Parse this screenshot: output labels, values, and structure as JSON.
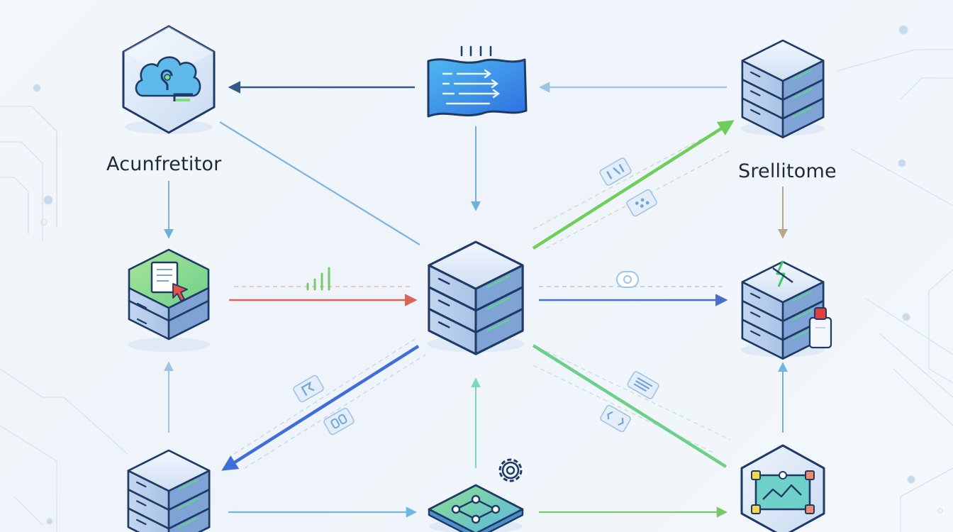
{
  "diagram": {
    "nodes": [
      {
        "id": "top-left",
        "kind": "hexagon",
        "icon": "cloud-head-icon",
        "label": "Acunfretitor"
      },
      {
        "id": "top-center",
        "kind": "data-stream",
        "icon": "data-stream-icon"
      },
      {
        "id": "top-right",
        "kind": "server",
        "icon": "server-stack-icon",
        "label": "Srellitome"
      },
      {
        "id": "mid-left",
        "kind": "server",
        "icon": "document-cursor-icon"
      },
      {
        "id": "center",
        "kind": "server",
        "icon": "central-server-icon"
      },
      {
        "id": "mid-right",
        "kind": "server",
        "icon": "lightning-server-icon"
      },
      {
        "id": "bottom-left",
        "kind": "server",
        "icon": "server-stack-icon"
      },
      {
        "id": "bottom-center",
        "kind": "chip",
        "icon": "circuit-chip-icon"
      },
      {
        "id": "bottom-right",
        "kind": "hexagon",
        "icon": "chart-monitor-icon"
      }
    ],
    "edges": [
      {
        "from": "top-center",
        "to": "top-left",
        "color": "#2f5a8a"
      },
      {
        "from": "top-right",
        "to": "top-center",
        "color": "#9fc3e0"
      },
      {
        "from": "top-left",
        "to": "mid-left",
        "color": "#7fb3dc"
      },
      {
        "from": "top-center",
        "to": "center",
        "color": "#6eb0d8"
      },
      {
        "from": "top-right",
        "to": "mid-right",
        "color": "#b8a58c"
      },
      {
        "from": "top-left",
        "to": "center",
        "color": "#7fb3dc"
      },
      {
        "from": "center",
        "to": "top-right",
        "color": "#6fce5a"
      },
      {
        "from": "mid-left",
        "to": "center",
        "color": "#d9645a"
      },
      {
        "from": "center",
        "to": "mid-right",
        "color": "#4a6fd0"
      },
      {
        "from": "bottom-left",
        "to": "mid-left",
        "color": "#9fc3e0"
      },
      {
        "from": "center",
        "to": "bottom-left",
        "color": "#3f6ed8"
      },
      {
        "from": "bottom-center",
        "to": "center",
        "color": "#7fd6b8"
      },
      {
        "from": "center",
        "to": "bottom-right",
        "color": "#6cd08a"
      },
      {
        "from": "bottom-right",
        "to": "mid-right",
        "color": "#6eaee0"
      },
      {
        "from": "bottom-left",
        "to": "bottom-center",
        "color": "#6eb8e0"
      },
      {
        "from": "bottom-center",
        "to": "bottom-right",
        "color": "#78c86a"
      }
    ]
  },
  "colors": {
    "server_top": "#dfe9f7",
    "server_side": "#8fb2de",
    "outline": "#1e3a66",
    "accent_green": "#6fce5a",
    "accent_red": "#d9645a",
    "accent_blue": "#3f6ed8"
  }
}
